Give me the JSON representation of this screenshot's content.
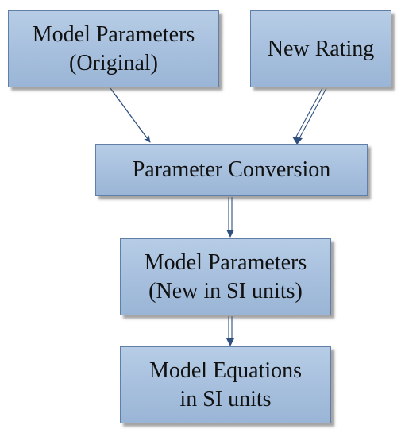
{
  "nodes": {
    "original": {
      "line1": "Model Parameters",
      "line2": "(Original)"
    },
    "rating": {
      "label": "New Rating"
    },
    "conversion": {
      "label": "Parameter Conversion"
    },
    "new_params": {
      "line1": "Model Parameters",
      "line2": "(New in SI units)"
    },
    "equations": {
      "line1": "Model Equations",
      "line2": "in SI units"
    }
  },
  "colors": {
    "box_fill": "#a6bfdd",
    "box_border": "#5f7fa8",
    "arrow": "#2f4f7f"
  }
}
